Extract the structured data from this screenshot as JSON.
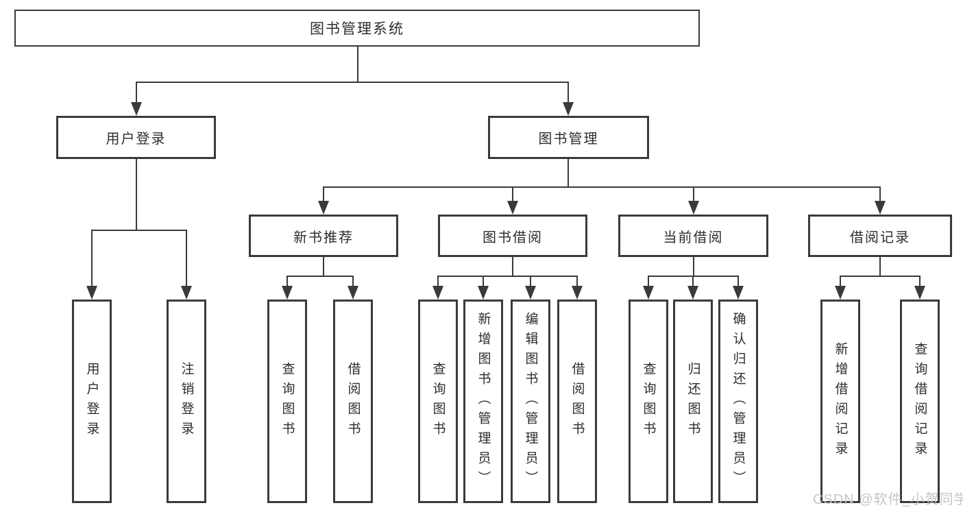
{
  "meta": {
    "diagram_type": "hierarchy-tree",
    "line_color": "#3a3a3a",
    "text_color": "#2d2d2d",
    "background_color": "#ffffff",
    "watermark_color": "#c6c6c6"
  },
  "tree": {
    "root": {
      "label": "图书管理系统",
      "children": [
        {
          "label": "用户登录",
          "children": [
            {
              "label": "用户登录"
            },
            {
              "label": "注销登录"
            }
          ]
        },
        {
          "label": "图书管理",
          "children": [
            {
              "label": "新书推荐",
              "children": [
                {
                  "label": "查询图书"
                },
                {
                  "label": "借阅图书"
                }
              ]
            },
            {
              "label": "图书借阅",
              "children": [
                {
                  "label": "查询图书"
                },
                {
                  "label": "新增图书（管理员）"
                },
                {
                  "label": "编辑图书（管理员）"
                },
                {
                  "label": "借阅图书"
                }
              ]
            },
            {
              "label": "当前借阅",
              "children": [
                {
                  "label": "查询图书"
                },
                {
                  "label": "归还图书"
                },
                {
                  "label": "确认归还（管理员）"
                }
              ]
            },
            {
              "label": "借阅记录",
              "children": [
                {
                  "label": "新增借阅记录"
                },
                {
                  "label": "查询借阅记录"
                }
              ]
            }
          ]
        }
      ]
    }
  },
  "watermark": {
    "text": "CSDN @软件_小贺同学"
  }
}
